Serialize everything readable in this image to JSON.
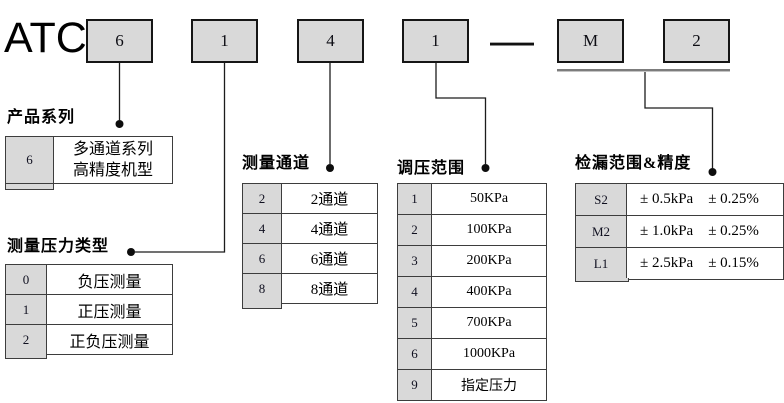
{
  "model_code": {
    "prefix": "ATC",
    "boxes": [
      "6",
      "1",
      "4",
      "1",
      "M",
      "2"
    ],
    "separator": "—"
  },
  "colors": {
    "box_fill": "#d9d9d9",
    "border": "#161616",
    "connector": "#1c1c1c"
  },
  "sections": {
    "series": {
      "title": "产品系列",
      "rows": [
        {
          "code": "6",
          "value": "多通道系列\n高精度机型"
        }
      ]
    },
    "pressure_type": {
      "title": "测量压力类型",
      "rows": [
        {
          "code": "0",
          "value": "负压测量"
        },
        {
          "code": "1",
          "value": "正压测量"
        },
        {
          "code": "2",
          "value": "正负压测量"
        }
      ]
    },
    "channels": {
      "title": "测量通道",
      "rows": [
        {
          "code": "2",
          "value": "2通道"
        },
        {
          "code": "4",
          "value": "4通道"
        },
        {
          "code": "6",
          "value": "6通道"
        },
        {
          "code": "8",
          "value": "8通道"
        }
      ]
    },
    "regulation_range": {
      "title": "调压范围",
      "rows": [
        {
          "code": "1",
          "value": "50KPa"
        },
        {
          "code": "2",
          "value": "100KPa"
        },
        {
          "code": "3",
          "value": "200KPa"
        },
        {
          "code": "4",
          "value": "400KPa"
        },
        {
          "code": "5",
          "value": "700KPa"
        },
        {
          "code": "6",
          "value": "1000KPa"
        },
        {
          "code": "9",
          "value": "指定压力"
        }
      ]
    },
    "leak_range": {
      "title": "检漏范围&精度",
      "rows": [
        {
          "code": "S2",
          "range": "± 0.5kPa",
          "accuracy": "± 0.25%"
        },
        {
          "code": "M2",
          "range": "± 1.0kPa",
          "accuracy": "± 0.25%"
        },
        {
          "code": "L1",
          "range": "± 2.5kPa",
          "accuracy": "± 0.15%"
        }
      ]
    }
  }
}
